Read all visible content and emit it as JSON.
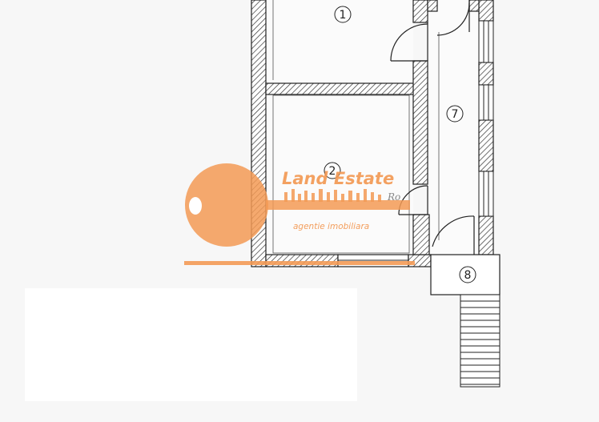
{
  "rooms": [
    {
      "id": "room-1",
      "label": "1"
    },
    {
      "id": "room-2",
      "label": "2"
    },
    {
      "id": "room-7",
      "label": "7"
    },
    {
      "id": "room-8",
      "label": "8"
    }
  ],
  "watermark": {
    "brand": "Land Estate",
    "tagline": "agentie imobiliara",
    "mark": "Ro"
  },
  "colors": {
    "wall_hatch": "#333333",
    "watermark_orange": "#f39a55",
    "background": "#f7f7f7"
  }
}
